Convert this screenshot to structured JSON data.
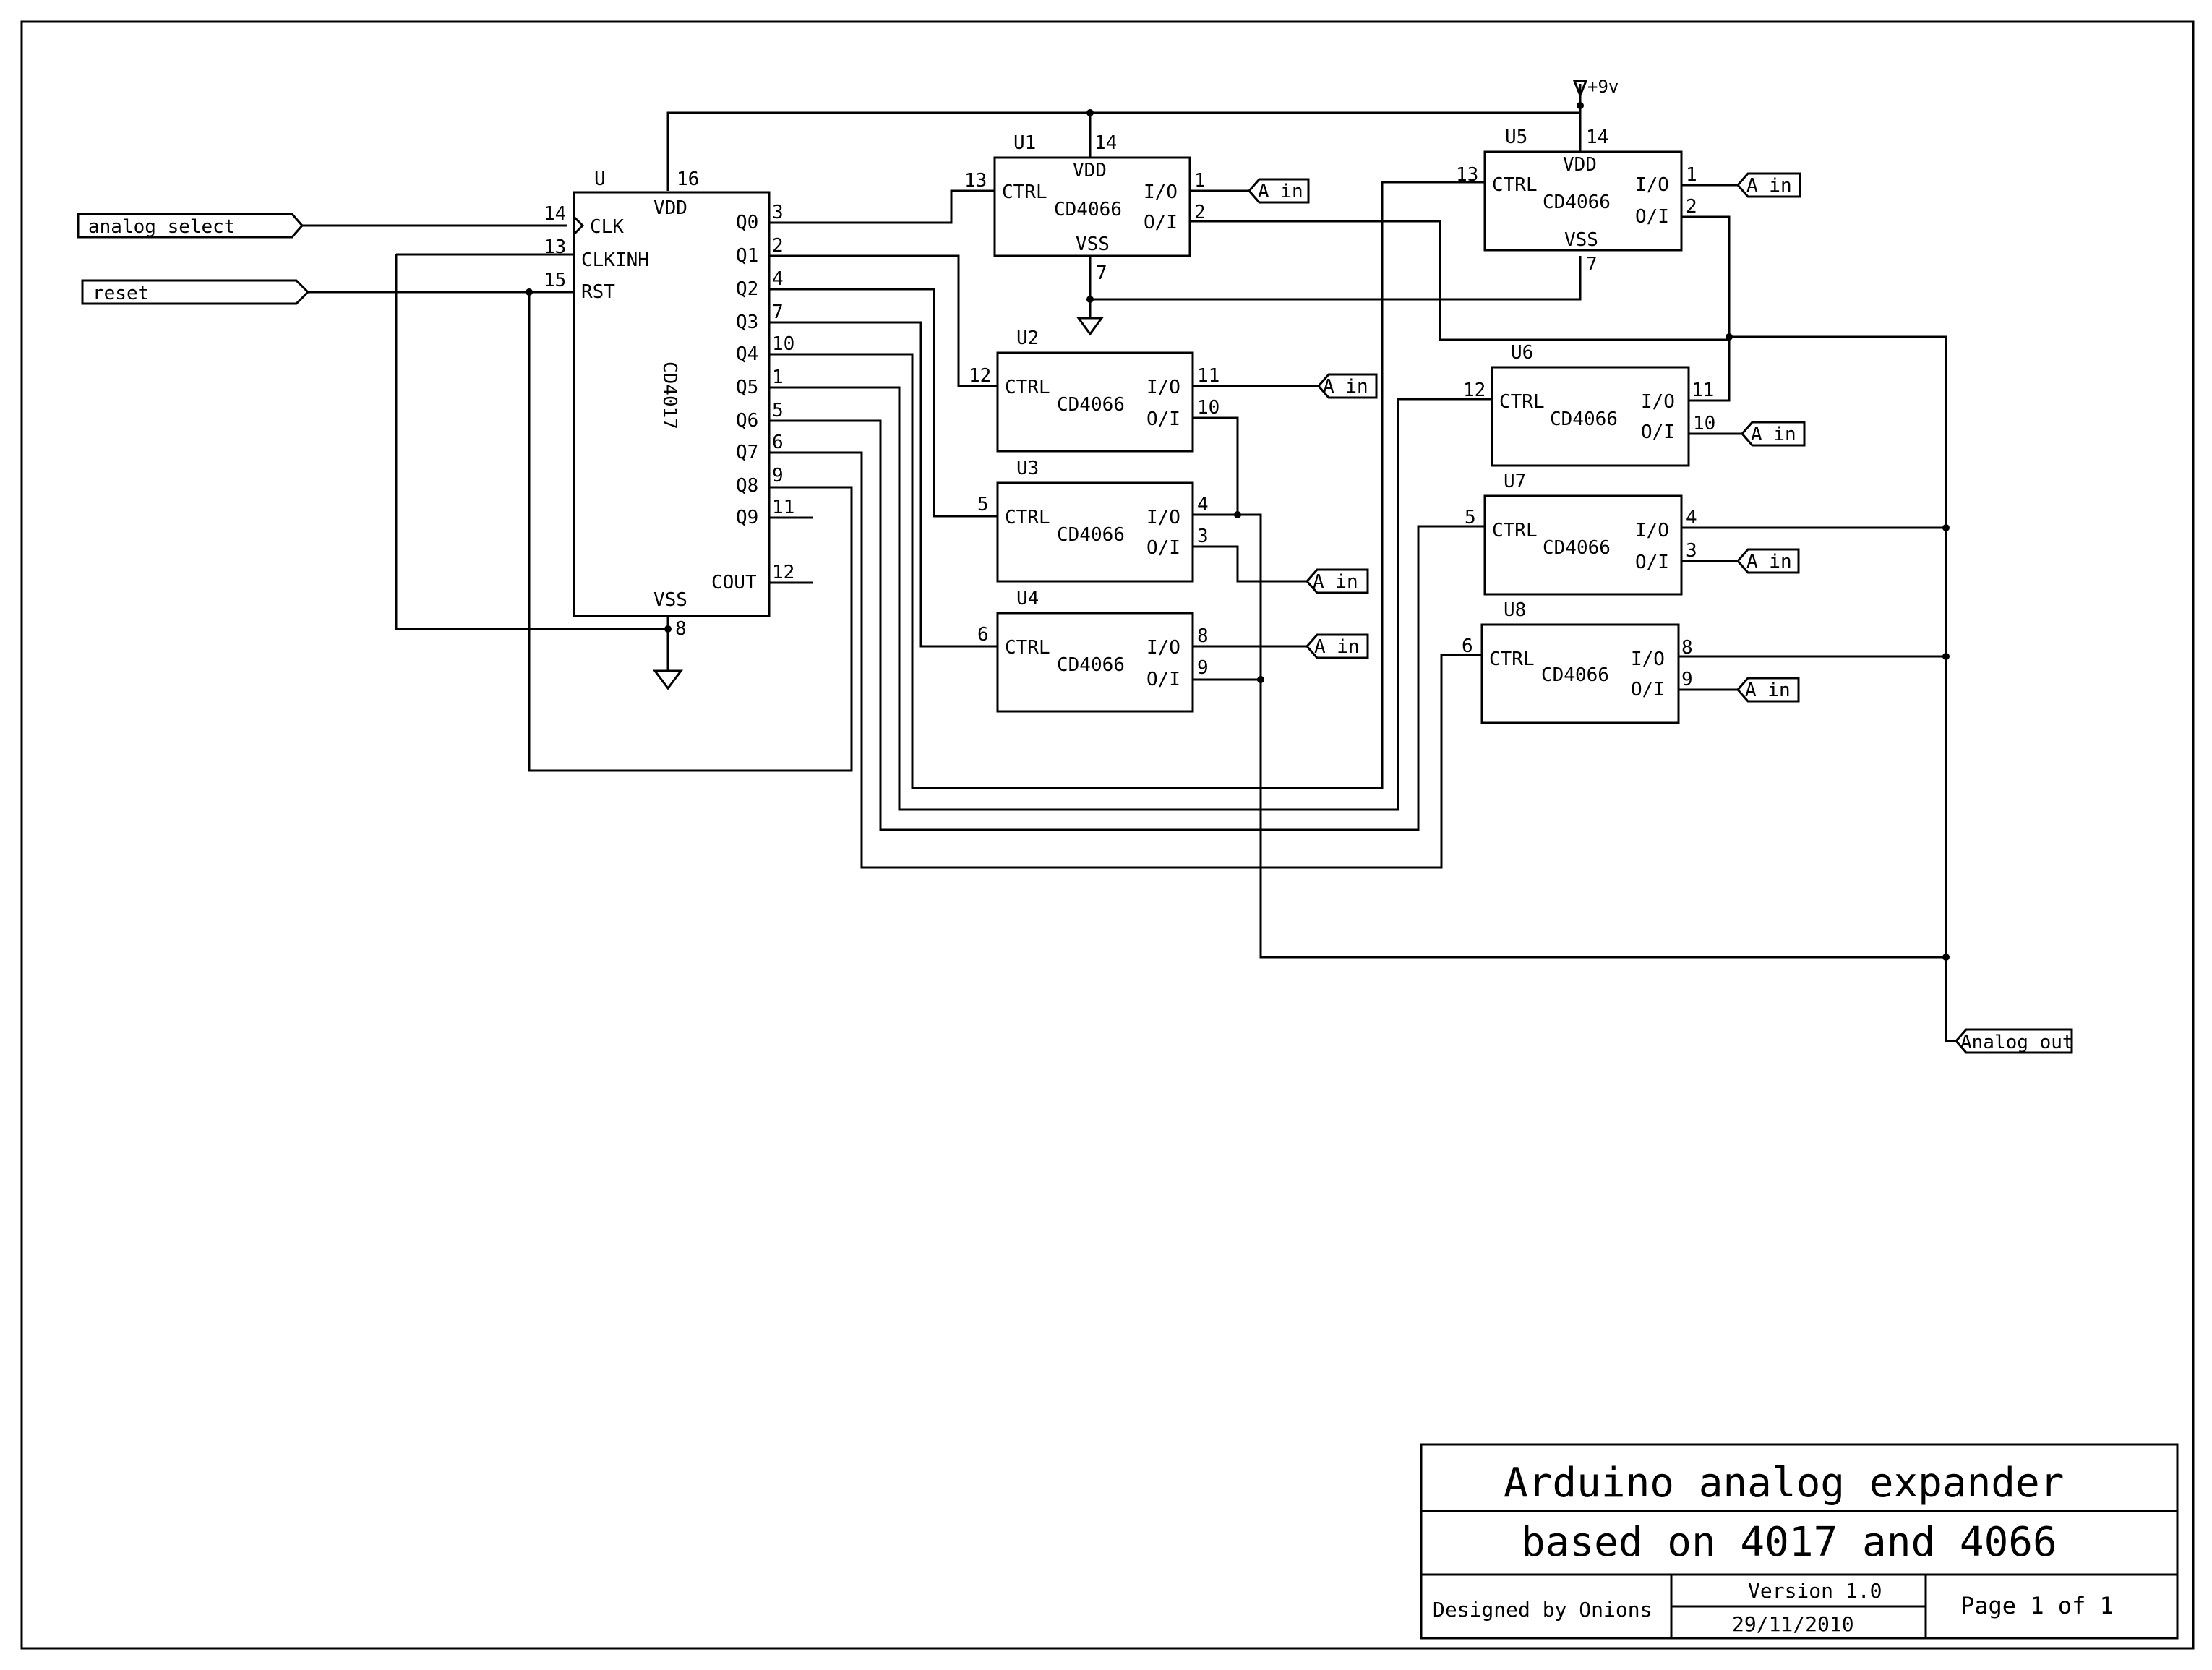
{
  "title_block": {
    "title_line1": "Arduino analog expander",
    "title_line2": "based on 4017 and 4066",
    "designer": "Designed by Onions",
    "version": "Version 1.0",
    "date": "29/11/2010",
    "page": "Page 1 of 1"
  },
  "power": {
    "supply": "+9v"
  },
  "ports": {
    "analog_select": "analog select",
    "reset": "reset",
    "analog_out": "Analog out",
    "a_in": "A in"
  },
  "counter": {
    "ref": "U",
    "part": "CD4017",
    "vdd": "VDD",
    "vss": "VSS",
    "vdd_pin": "16",
    "vss_pin": "8",
    "left_pins": [
      {
        "num": "14",
        "name": "CLK"
      },
      {
        "num": "13",
        "name": "CLKINH"
      },
      {
        "num": "15",
        "name": "RST"
      }
    ],
    "right_pins": [
      {
        "name": "Q0",
        "num": "3"
      },
      {
        "name": "Q1",
        "num": "2"
      },
      {
        "name": "Q2",
        "num": "4"
      },
      {
        "name": "Q3",
        "num": "7"
      },
      {
        "name": "Q4",
        "num": "10"
      },
      {
        "name": "Q5",
        "num": "1"
      },
      {
        "name": "Q6",
        "num": "5"
      },
      {
        "name": "Q7",
        "num": "6"
      },
      {
        "name": "Q8",
        "num": "9"
      },
      {
        "name": "Q9",
        "num": "11"
      },
      {
        "name": "COUT",
        "num": "12"
      }
    ]
  },
  "switch_labels": {
    "part": "CD4066",
    "ctrl": "CTRL",
    "io": "I/O",
    "oi": "O/I",
    "vdd": "VDD",
    "vss": "VSS"
  },
  "switches": [
    {
      "ref": "U1",
      "ctrl_pin": "13",
      "io_pin": "1",
      "oi_pin": "2",
      "vdd_pin": "14",
      "vss_pin": "7"
    },
    {
      "ref": "U2",
      "ctrl_pin": "12",
      "io_pin": "11",
      "oi_pin": "10"
    },
    {
      "ref": "U3",
      "ctrl_pin": "5",
      "io_pin": "4",
      "oi_pin": "3"
    },
    {
      "ref": "U4",
      "ctrl_pin": "6",
      "io_pin": "8",
      "oi_pin": "9"
    },
    {
      "ref": "U5",
      "ctrl_pin": "13",
      "io_pin": "1",
      "oi_pin": "2",
      "vdd_pin": "14",
      "vss_pin": "7"
    },
    {
      "ref": "U6",
      "ctrl_pin": "12",
      "io_pin": "11",
      "oi_pin": "10"
    },
    {
      "ref": "U7",
      "ctrl_pin": "5",
      "io_pin": "4",
      "oi_pin": "3"
    },
    {
      "ref": "U8",
      "ctrl_pin": "6",
      "io_pin": "8",
      "oi_pin": "9"
    }
  ]
}
